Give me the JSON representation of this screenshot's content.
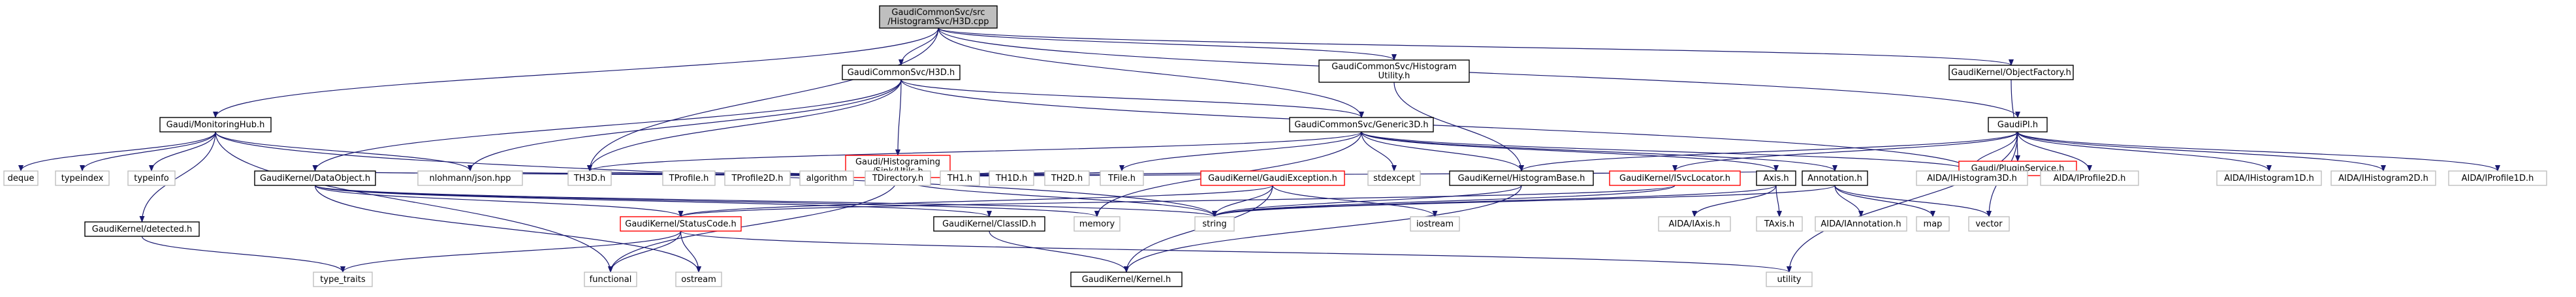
{
  "colors": {
    "root_fill": "#bfbfbf",
    "internal_border": "#000000",
    "broken_border": "#ff0000",
    "external_border": "#bfbfbf",
    "edge": "#191970",
    "text": "#000000"
  },
  "nodes": [
    {
      "id": "root",
      "lines": [
        "GaudiCommonSvc/src",
        "/HistogramSvc/H3D.cpp"
      ],
      "kind": "root"
    },
    {
      "id": "monhub",
      "lines": [
        "Gaudi/MonitoringHub.h"
      ],
      "kind": "internal"
    },
    {
      "id": "h3dh",
      "lines": [
        "GaudiCommonSvc/H3D.h"
      ],
      "kind": "internal"
    },
    {
      "id": "histutil",
      "lines": [
        "GaudiCommonSvc/Histogram",
        "Utility.h"
      ],
      "kind": "internal"
    },
    {
      "id": "objfactory",
      "lines": [
        "GaudiKernel/ObjectFactory.h"
      ],
      "kind": "internal"
    },
    {
      "id": "pluginsvc",
      "lines": [
        "Gaudi/PluginService.h"
      ],
      "kind": "broken"
    },
    {
      "id": "sinkutils",
      "lines": [
        "Gaudi/Histograming",
        "/Sink/Utils.h"
      ],
      "kind": "broken"
    },
    {
      "id": "generic3d",
      "lines": [
        "GaudiCommonSvc/Generic3D.h"
      ],
      "kind": "internal"
    },
    {
      "id": "gaudipi",
      "lines": [
        "GaudiPI.h"
      ],
      "kind": "internal"
    },
    {
      "id": "deque",
      "lines": [
        "deque"
      ],
      "kind": "external"
    },
    {
      "id": "typeindex",
      "lines": [
        "typeindex"
      ],
      "kind": "external"
    },
    {
      "id": "typeinfo",
      "lines": [
        "typeinfo"
      ],
      "kind": "external"
    },
    {
      "id": "dataobject",
      "lines": [
        "GaudiKernel/DataObject.h"
      ],
      "kind": "internal"
    },
    {
      "id": "json",
      "lines": [
        "nlohmann/json.hpp"
      ],
      "kind": "external"
    },
    {
      "id": "th3d",
      "lines": [
        "TH3D.h"
      ],
      "kind": "external"
    },
    {
      "id": "tprofileh",
      "lines": [
        "TProfile.h"
      ],
      "kind": "external"
    },
    {
      "id": "tprofile2d",
      "lines": [
        "TProfile2D.h"
      ],
      "kind": "external"
    },
    {
      "id": "algorithm",
      "lines": [
        "algorithm"
      ],
      "kind": "external"
    },
    {
      "id": "tdirectory",
      "lines": [
        "TDirectory.h"
      ],
      "kind": "external"
    },
    {
      "id": "th1",
      "lines": [
        "TH1.h"
      ],
      "kind": "external"
    },
    {
      "id": "th1d",
      "lines": [
        "TH1D.h"
      ],
      "kind": "external"
    },
    {
      "id": "th2d",
      "lines": [
        "TH2D.h"
      ],
      "kind": "external"
    },
    {
      "id": "tfile",
      "lines": [
        "TFile.h"
      ],
      "kind": "external"
    },
    {
      "id": "gaudiexc",
      "lines": [
        "GaudiKernel/GaudiException.h"
      ],
      "kind": "broken"
    },
    {
      "id": "stdexcept",
      "lines": [
        "stdexcept"
      ],
      "kind": "external"
    },
    {
      "id": "histbase",
      "lines": [
        "GaudiKernel/HistogramBase.h"
      ],
      "kind": "internal"
    },
    {
      "id": "isvcloc",
      "lines": [
        "GaudiKernel/ISvcLocator.h"
      ],
      "kind": "broken"
    },
    {
      "id": "axis",
      "lines": [
        "Axis.h"
      ],
      "kind": "internal"
    },
    {
      "id": "annotation",
      "lines": [
        "Annotation.h"
      ],
      "kind": "internal"
    },
    {
      "id": "aidaih3d",
      "lines": [
        "AIDA/IHistogram3D.h"
      ],
      "kind": "external"
    },
    {
      "id": "aidaip2d",
      "lines": [
        "AIDA/IProfile2D.h"
      ],
      "kind": "external"
    },
    {
      "id": "aidaih1d",
      "lines": [
        "AIDA/IHistogram1D.h"
      ],
      "kind": "external"
    },
    {
      "id": "aidaih2d",
      "lines": [
        "AIDA/IHistogram2D.h"
      ],
      "kind": "external"
    },
    {
      "id": "aidaip1d",
      "lines": [
        "AIDA/IProfile1D.h"
      ],
      "kind": "external"
    },
    {
      "id": "detected",
      "lines": [
        "GaudiKernel/detected.h"
      ],
      "kind": "internal"
    },
    {
      "id": "statuscode",
      "lines": [
        "GaudiKernel/StatusCode.h"
      ],
      "kind": "broken"
    },
    {
      "id": "classid",
      "lines": [
        "GaudiKernel/ClassID.h"
      ],
      "kind": "internal"
    },
    {
      "id": "memory",
      "lines": [
        "memory"
      ],
      "kind": "external"
    },
    {
      "id": "string",
      "lines": [
        "string"
      ],
      "kind": "external"
    },
    {
      "id": "iostream",
      "lines": [
        "iostream"
      ],
      "kind": "external"
    },
    {
      "id": "aidaiaxis",
      "lines": [
        "AIDA/IAxis.h"
      ],
      "kind": "external"
    },
    {
      "id": "taxis",
      "lines": [
        "TAxis.h"
      ],
      "kind": "external"
    },
    {
      "id": "aidaiann",
      "lines": [
        "AIDA/IAnnotation.h"
      ],
      "kind": "external"
    },
    {
      "id": "map",
      "lines": [
        "map"
      ],
      "kind": "external"
    },
    {
      "id": "vector",
      "lines": [
        "vector"
      ],
      "kind": "external"
    },
    {
      "id": "typetraits",
      "lines": [
        "type_traits"
      ],
      "kind": "external"
    },
    {
      "id": "functional",
      "lines": [
        "functional"
      ],
      "kind": "external"
    },
    {
      "id": "ostream",
      "lines": [
        "ostream"
      ],
      "kind": "external"
    },
    {
      "id": "kernel",
      "lines": [
        "GaudiKernel/Kernel.h"
      ],
      "kind": "internal"
    },
    {
      "id": "utility",
      "lines": [
        "utility"
      ],
      "kind": "external"
    }
  ],
  "edges": [
    [
      "root",
      "monhub"
    ],
    [
      "root",
      "h3dh"
    ],
    [
      "root",
      "histutil"
    ],
    [
      "root",
      "objfactory"
    ],
    [
      "root",
      "gaudipi"
    ],
    [
      "root",
      "generic3d"
    ],
    [
      "root",
      "th3d"
    ],
    [
      "monhub",
      "deque"
    ],
    [
      "monhub",
      "typeindex"
    ],
    [
      "monhub",
      "typeinfo"
    ],
    [
      "monhub",
      "json"
    ],
    [
      "monhub",
      "detected"
    ],
    [
      "monhub",
      "functional"
    ],
    [
      "monhub",
      "string"
    ],
    [
      "h3dh",
      "dataobject"
    ],
    [
      "h3dh",
      "sinkutils"
    ],
    [
      "h3dh",
      "generic3d"
    ],
    [
      "h3dh",
      "th3d"
    ],
    [
      "h3dh",
      "json"
    ],
    [
      "h3dh",
      "aidaih3d"
    ],
    [
      "histutil",
      "histbase"
    ],
    [
      "objfactory",
      "pluginsvc"
    ],
    [
      "sinkutils",
      "dataobject"
    ],
    [
      "sinkutils",
      "json"
    ],
    [
      "sinkutils",
      "th3d"
    ],
    [
      "sinkutils",
      "tprofileh"
    ],
    [
      "sinkutils",
      "tprofile2d"
    ],
    [
      "sinkutils",
      "algorithm"
    ],
    [
      "sinkutils",
      "tdirectory"
    ],
    [
      "sinkutils",
      "th1"
    ],
    [
      "sinkutils",
      "th1d"
    ],
    [
      "sinkutils",
      "th2d"
    ],
    [
      "sinkutils",
      "tfile"
    ],
    [
      "sinkutils",
      "gaudiexc"
    ],
    [
      "sinkutils",
      "string"
    ],
    [
      "sinkutils",
      "functional"
    ],
    [
      "sinkutils",
      "axis"
    ],
    [
      "generic3d",
      "th3d"
    ],
    [
      "generic3d",
      "tfile"
    ],
    [
      "generic3d",
      "stdexcept"
    ],
    [
      "generic3d",
      "histbase"
    ],
    [
      "generic3d",
      "annotation"
    ],
    [
      "generic3d",
      "aidaih3d"
    ],
    [
      "generic3d",
      "axis"
    ],
    [
      "generic3d",
      "memory"
    ],
    [
      "gaudipi",
      "histbase"
    ],
    [
      "gaudipi",
      "isvcloc"
    ],
    [
      "gaudipi",
      "aidaih3d"
    ],
    [
      "gaudipi",
      "aidaip2d"
    ],
    [
      "gaudipi",
      "aidaih1d"
    ],
    [
      "gaudipi",
      "aidaih2d"
    ],
    [
      "gaudipi",
      "aidaip1d"
    ],
    [
      "gaudipi",
      "vector"
    ],
    [
      "gaudipi",
      "utility"
    ],
    [
      "dataobject",
      "classid"
    ],
    [
      "dataobject",
      "statuscode"
    ],
    [
      "dataobject",
      "string"
    ],
    [
      "dataobject",
      "ostream"
    ],
    [
      "dataobject",
      "memory"
    ],
    [
      "gaudiexc",
      "statuscode"
    ],
    [
      "gaudiexc",
      "kernel"
    ],
    [
      "gaudiexc",
      "string"
    ],
    [
      "gaudiexc",
      "iostream"
    ],
    [
      "histbase",
      "kernel"
    ],
    [
      "histbase",
      "string"
    ],
    [
      "isvcloc",
      "statuscode"
    ],
    [
      "isvcloc",
      "string"
    ],
    [
      "axis",
      "aidaiaxis"
    ],
    [
      "axis",
      "taxis"
    ],
    [
      "axis",
      "string"
    ],
    [
      "annotation",
      "aidaiann"
    ],
    [
      "annotation",
      "map"
    ],
    [
      "annotation",
      "string"
    ],
    [
      "annotation",
      "vector"
    ],
    [
      "detected",
      "typetraits"
    ],
    [
      "statuscode",
      "typetraits"
    ],
    [
      "statuscode",
      "functional"
    ],
    [
      "statuscode",
      "ostream"
    ],
    [
      "statuscode",
      "utility"
    ],
    [
      "classid",
      "kernel"
    ]
  ]
}
